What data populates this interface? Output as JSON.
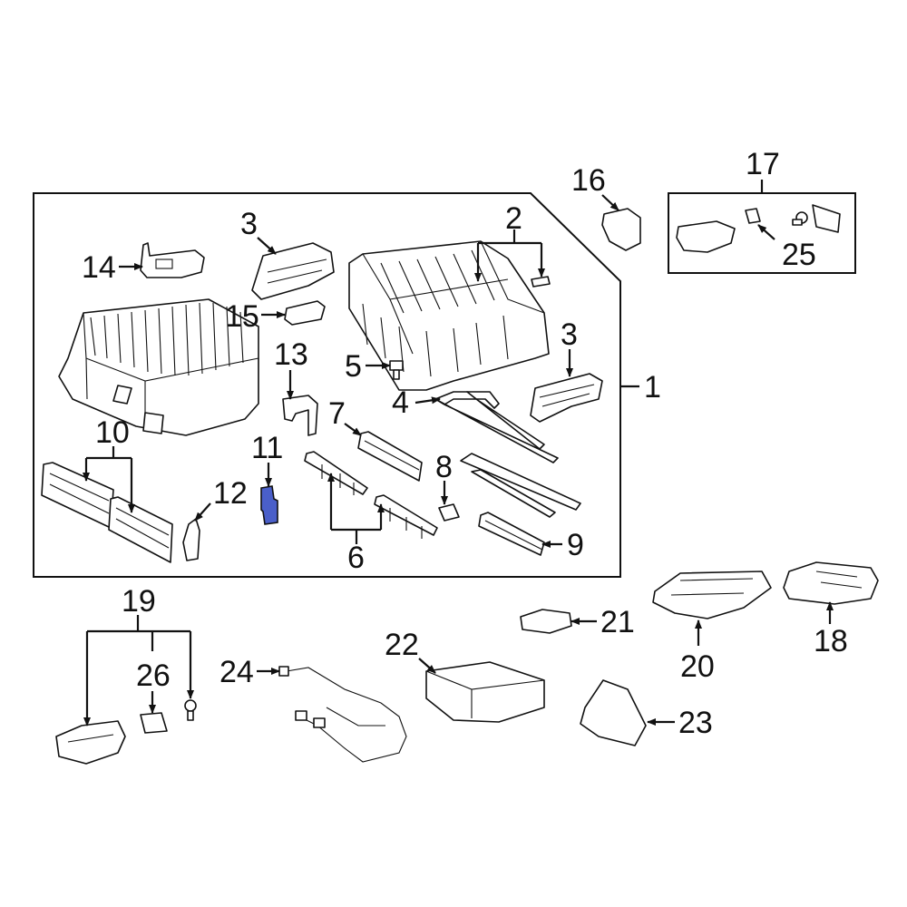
{
  "diagram": {
    "callouts": {
      "c1": "1",
      "c2": "2",
      "c3a": "3",
      "c3b": "3",
      "c4": "4",
      "c5": "5",
      "c6": "6",
      "c7": "7",
      "c8": "8",
      "c9": "9",
      "c10": "10",
      "c11": "11",
      "c12": "12",
      "c13": "13",
      "c14": "14",
      "c15": "15",
      "c16": "16",
      "c17": "17",
      "c18": "18",
      "c19": "19",
      "c20": "20",
      "c21": "21",
      "c22": "22",
      "c23": "23",
      "c24": "24",
      "c25": "25",
      "c26": "26"
    },
    "highlighted_part": "11",
    "colors": {
      "highlight": "#4a5fc9",
      "line": "#111111",
      "background": "#ffffff"
    }
  }
}
